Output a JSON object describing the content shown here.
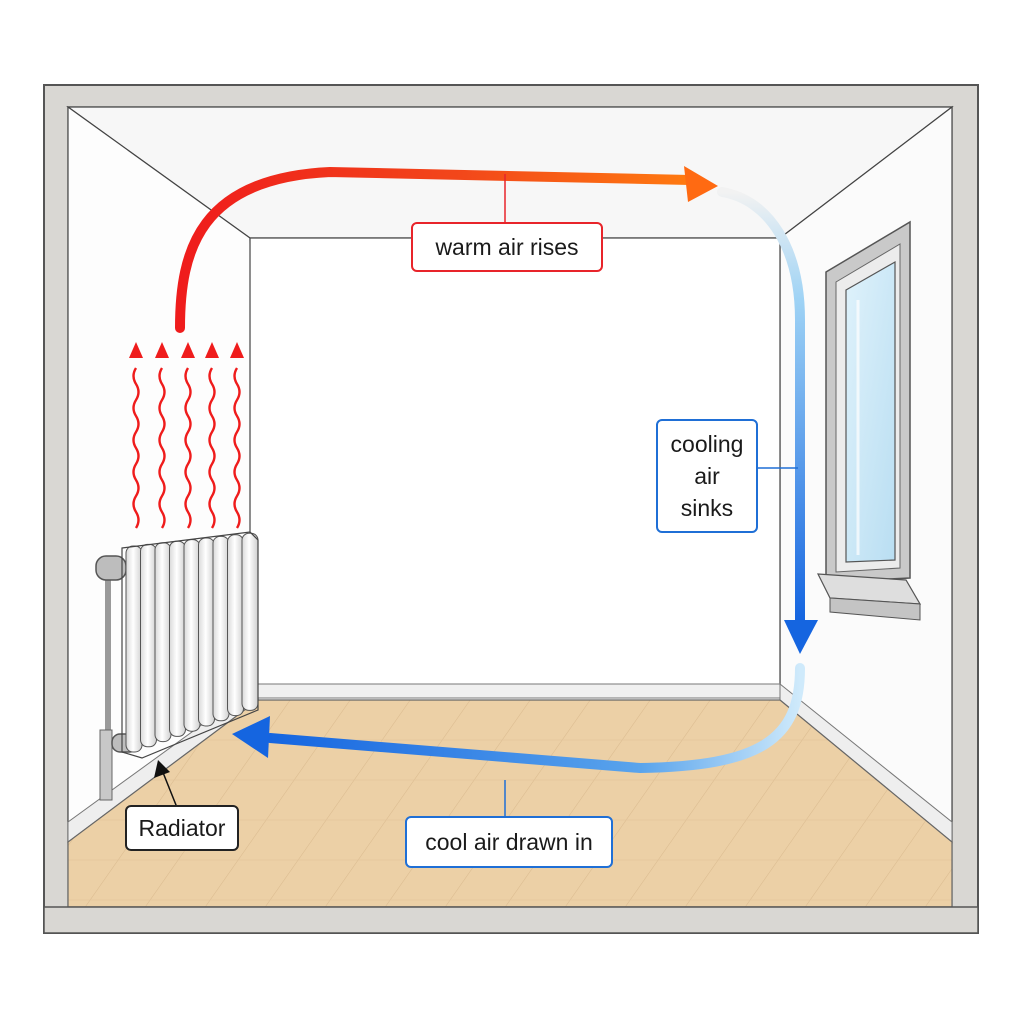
{
  "labels": {
    "warm": "warm air rises",
    "cooling": "cooling\nair\nsinks",
    "cool_in": "cool air drawn in",
    "radiator": "Radiator"
  },
  "colors": {
    "warm_air": "#ef1c1c",
    "warm_end": "#ff7a10",
    "cool_air": "#1565e0",
    "cool_light": "#9fd3f5",
    "floor": "#ecd0a6",
    "frame": "#d8d6d2"
  }
}
